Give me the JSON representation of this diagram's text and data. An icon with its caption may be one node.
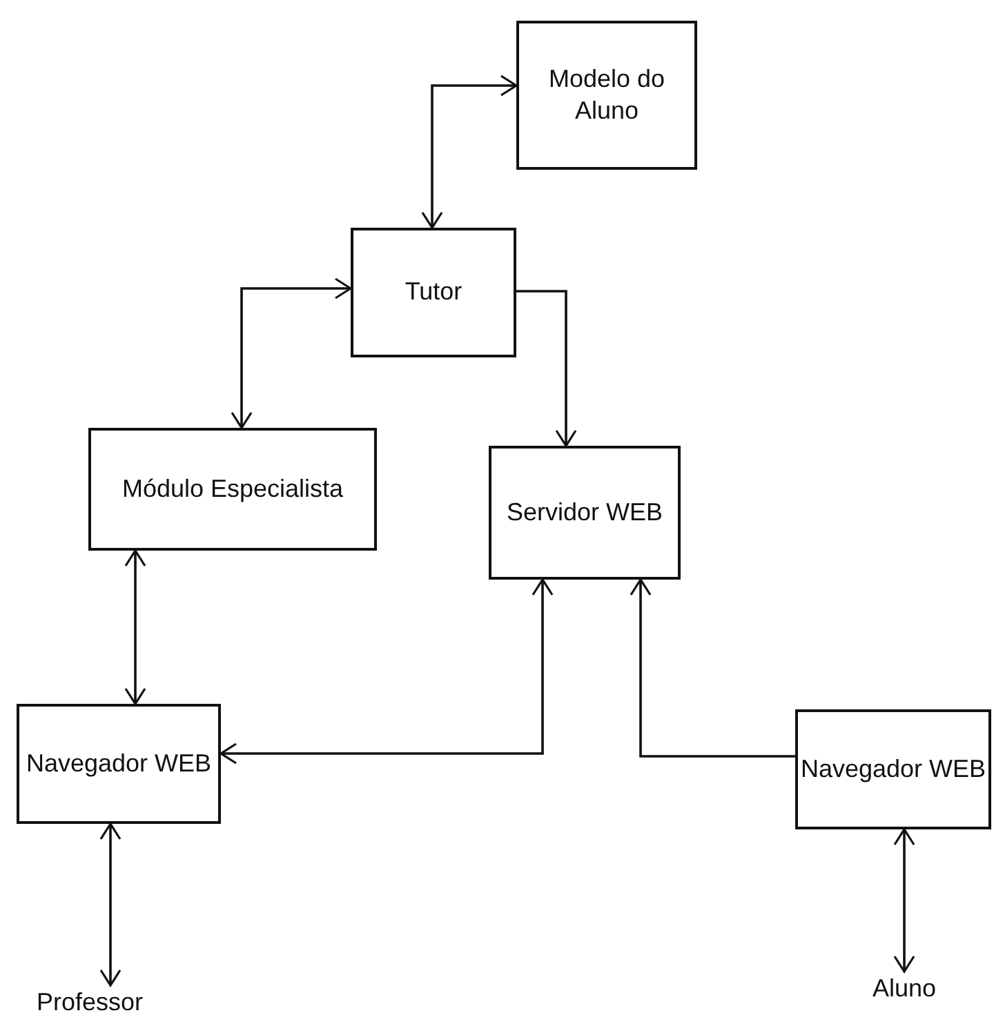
{
  "diagram": {
    "nodes": [
      {
        "text": [
          "Modelo do Aluno"
        ]
      },
      {
        "text": [
          "Tutor"
        ]
      },
      {
        "text": [
          "Módulo Especialista"
        ]
      },
      {
        "text": [
          "Servidor WEB"
        ]
      },
      {
        "text": [
          "Navegador WEB"
        ]
      },
      {
        "text": [
          "Navegador WEB"
        ]
      },
      {
        "text": [
          "Professor"
        ]
      },
      {
        "text": [
          "Aluno"
        ]
      }
    ],
    "edges": [
      {
        "from": 1,
        "to": 0,
        "arrow": "both"
      },
      {
        "from": 1,
        "to": 2,
        "arrow": "both"
      },
      {
        "from": 1,
        "to": 3,
        "arrow": "to"
      },
      {
        "from": 2,
        "to": 4,
        "arrow": "both"
      },
      {
        "from": 3,
        "to": 4,
        "arrow": "both"
      },
      {
        "from": 5,
        "to": 3,
        "arrow": "to"
      },
      {
        "from": 4,
        "to": 6,
        "arrow": "both"
      },
      {
        "from": 5,
        "to": 7,
        "arrow": "both"
      }
    ]
  }
}
